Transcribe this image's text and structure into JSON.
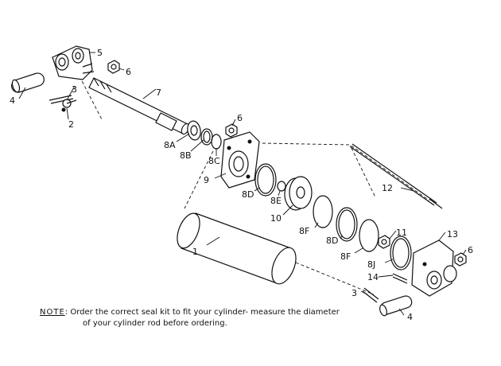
{
  "callouts": {
    "c1": "1",
    "c2": "2",
    "c3a": "3",
    "c3b": "3",
    "c4a": "4",
    "c4b": "4",
    "c5": "5",
    "c6a": "6",
    "c6b": "6",
    "c6c": "6",
    "c7": "7",
    "c8a": "8A",
    "c8b": "8B",
    "c8c": "8C",
    "c8d1": "8D",
    "c8d2": "8D",
    "c8e": "8E",
    "c8f1": "8F",
    "c8f2": "8F",
    "c8j": "8J",
    "c9": "9",
    "c10": "10",
    "c11": "11",
    "c12": "12",
    "c13": "13",
    "c14": "14"
  },
  "note": {
    "label": "NOTE",
    "line1": ": Order the correct seal kit to fit your cylinder- measure the diameter",
    "line2": "of your cylinder rod before ordering."
  }
}
